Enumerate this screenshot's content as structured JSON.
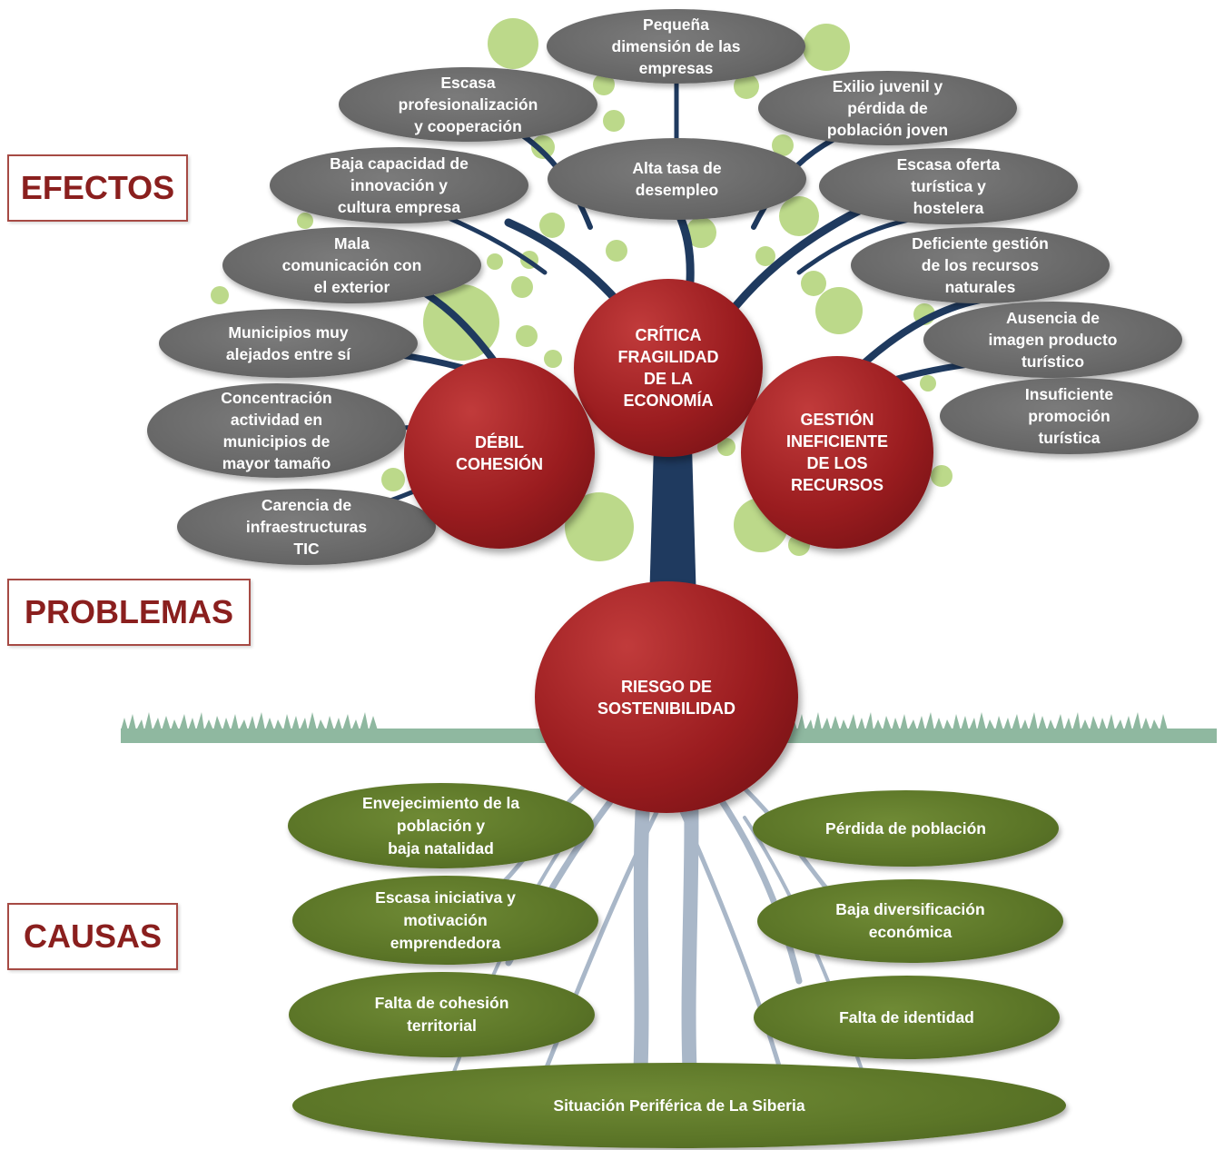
{
  "sections": {
    "efectos": "EFECTOS",
    "problemas": "PROBLEMAS",
    "causas": "CAUSAS"
  },
  "effects": [
    "Pequeña\ndimensión de las\nempresas",
    "Escasa\nprofesionalización\ny cooperación",
    "Exilio juvenil y\npérdida de\npoblación joven",
    "Baja capacidad de\ninnovación y\ncultura empresa",
    "Alta tasa de\ndesempleo",
    "Escasa oferta\nturística y\nhostelera",
    "Mala\ncomunicación con\nel exterior",
    "Deficiente gestión\nde los recursos\nnaturales",
    "Municipios muy\nalejados entre sí",
    "Ausencia de\nimagen producto\nturístico",
    "Concentración\nactividad en\nmunicipios de\nmayor tamaño",
    "Insuficiente\npromoción\nturística",
    "Carencia de\ninfraestructuras\nTIC"
  ],
  "problems": [
    "CRÍTICA\nFRAGILIDAD\nDE LA\nECONOMÍA",
    "DÉBIL\nCOHESIÓN",
    "GESTIÓN\nINEFICIENTE\nDE LOS\nRECURSOS"
  ],
  "core_problem": "RIESGO DE\nSOSTENIBILIDAD",
  "causes": [
    "Envejecimiento de la\npoblación y\nbaja natalidad",
    "Pérdida de población",
    "Escasa iniciativa y\nmotivación\nemprendedora",
    "Baja diversificación\neconómica",
    "Falta de cohesión\nterritorial",
    "Falta de identidad"
  ],
  "root_cause": "Situación Periférica de La Siberia",
  "colors": {
    "effect_bubble": "#666666",
    "problem_circle": "#9a1c1f",
    "cause_ellipse": "#5b7527",
    "trunk": "#1f3a5f",
    "roots": "#a9b7c8",
    "leaves": "#bcd98a",
    "grass": "#8fb8a0",
    "label_border": "#a64a44",
    "label_text": "#8a1f1e"
  }
}
